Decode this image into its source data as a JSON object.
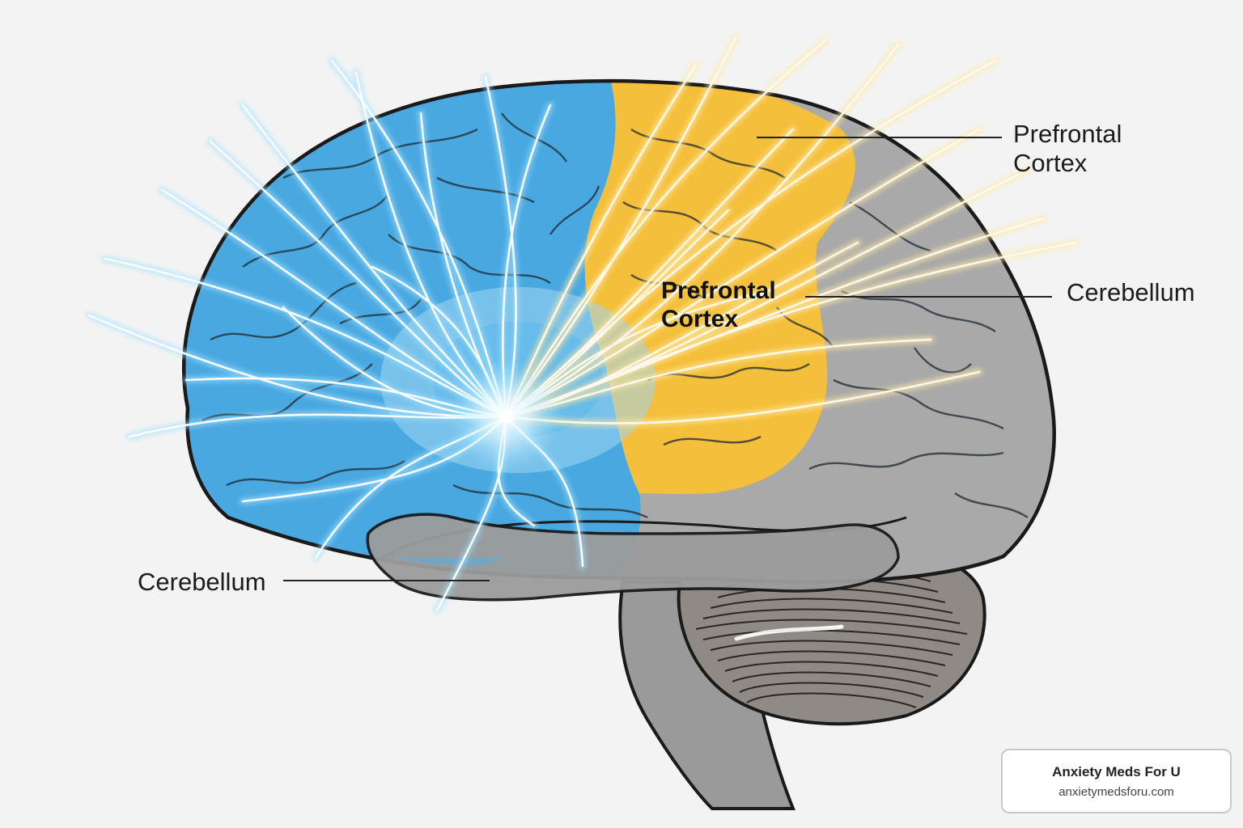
{
  "diagram": {
    "subject": "brain",
    "colors": {
      "background": "#f3f3f3",
      "outline": "#1a1a1a",
      "gray_tissue": "#a9a9a9",
      "blue_region": "#4aa8e0",
      "yellow_region": "#f4bf3a",
      "blue_glow": "#9fe0ff",
      "yellow_glow": "#ffe7a3"
    },
    "labels": {
      "prefrontal_outer": [
        "Prefrontal",
        "Cortex"
      ],
      "cerebellum_right": "Cerebellum",
      "prefrontal_inner": [
        "Prefrontal",
        "Cortex"
      ],
      "cerebellum_left": "Cerebellum"
    }
  },
  "brand": {
    "name": "Anxiety Meds For U",
    "url": "anxietymedsforu.com"
  }
}
